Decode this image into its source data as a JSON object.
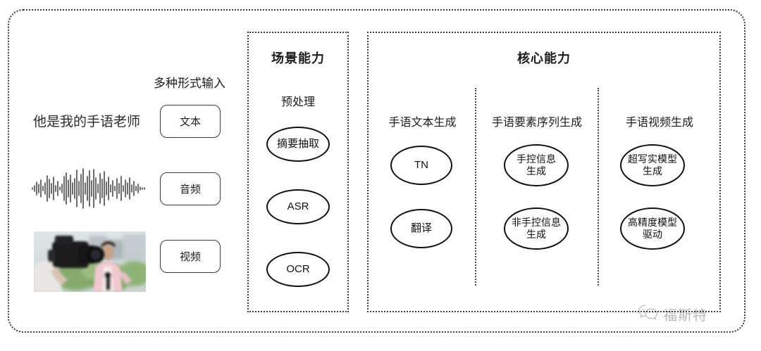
{
  "diagram": {
    "input_panel": {
      "heading": "多种形式输入",
      "sample_text": "他是我的手语老师",
      "modalities": [
        {
          "label": "文本",
          "media": "text"
        },
        {
          "label": "音频",
          "media": "audio-waveform"
        },
        {
          "label": "视频",
          "media": "video-thumbnail"
        }
      ]
    },
    "scene_section": {
      "title": "场景能力",
      "sub_label": "预处理",
      "nodes": [
        "摘要抽取",
        "ASR",
        "OCR"
      ]
    },
    "core_section": {
      "title": "核心能力",
      "columns": [
        {
          "label": "手语文本生成",
          "nodes": [
            "TN",
            "翻译"
          ]
        },
        {
          "label": "手语要素序列生成",
          "nodes": [
            "手控信息\n生成",
            "非手控信息\n生成"
          ]
        },
        {
          "label": "手语视频生成",
          "nodes": [
            "超写实模型\n生成",
            "高精度模型\n驱动"
          ]
        }
      ]
    },
    "watermark": {
      "icon": "wechat-icon",
      "text": "福斯特"
    },
    "colors": {
      "border": "#3a3a3a",
      "node_stroke": "#111111",
      "text": "#1c1c1c",
      "background": "#fefefe",
      "watermark": "#555555"
    }
  }
}
